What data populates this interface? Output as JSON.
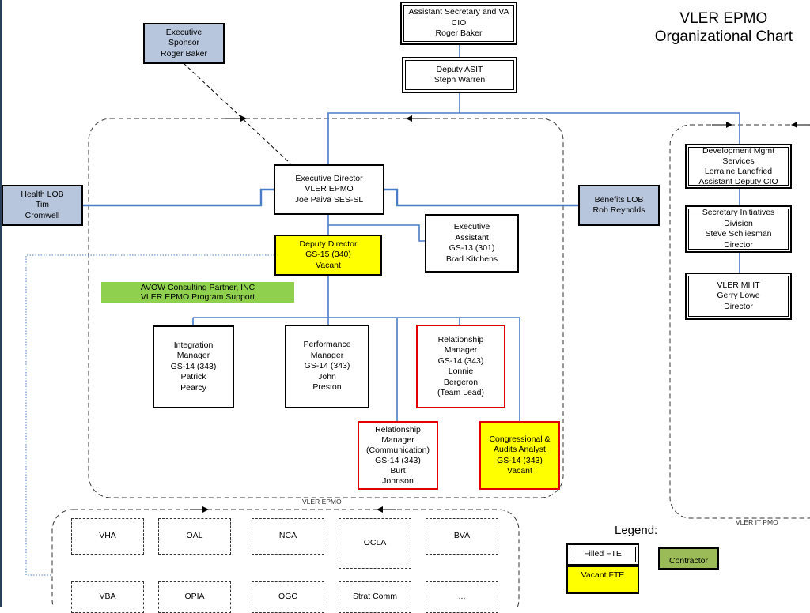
{
  "title": [
    "VLER EPMO",
    "Organizational Chart"
  ],
  "boxes": {
    "asst_secretary": [
      "Assistant Secretary and VA",
      "CIO",
      "Roger Baker"
    ],
    "deputy_asit": [
      "Deputy ASIT",
      "Steph Warren"
    ],
    "exec_sponsor": [
      "Executive",
      "Sponsor",
      "Roger Baker"
    ],
    "health_lob": [
      "Health LOB",
      "Tim",
      "Cromwell"
    ],
    "exec_director": [
      "Executive Director",
      "VLER EPMO",
      "Joe Paiva SES-SL"
    ],
    "benefits_lob": [
      "Benefits LOB",
      "Rob Reynolds"
    ],
    "exec_assistant": [
      "Executive",
      "Assistant",
      "GS-13 (301)",
      "Brad  Kitchens"
    ],
    "deputy_director": [
      "Deputy Director",
      "GS-15 (340)",
      "Vacant"
    ],
    "avow": [
      "AVOW Consulting Partner, INC",
      "VLER EPMO Program Support"
    ],
    "integration_mgr": [
      "Integration",
      "Manager",
      "GS-14 (343)",
      "Patrick",
      "Pearcy"
    ],
    "performance_mgr": [
      "Performance",
      "Manager",
      "GS-14 (343)",
      "John",
      "Preston"
    ],
    "relationship_mgr_lead": [
      "Relationship",
      "Manager",
      "GS-14 (343)",
      "Lonnie",
      "Bergeron",
      "(Team Lead)"
    ],
    "relationship_mgr_comm": [
      "Relationship",
      "Manager",
      "(Communication)",
      "GS-14 (343)",
      "Burt",
      "Johnson"
    ],
    "congressional": [
      "Congressional &",
      "Audits Analyst",
      "GS-14 (343)",
      "Vacant"
    ],
    "dev_mgmt": [
      "Development Mgmt",
      "Services",
      "Lorraine Landfried",
      "Assistant Deputy CIO"
    ],
    "secretary_init": [
      "Secretary Initiatives",
      "Division",
      "Steve Schliesman",
      "Director"
    ],
    "vler_mi_it": [
      "VLER MI IT",
      "Gerry Lowe",
      "Director"
    ]
  },
  "group_labels": {
    "vler_epmo": "VLER EPMO",
    "vler_it_pmo": "VLER IT PMO"
  },
  "partners": [
    "VHA",
    "OAL",
    "NCA",
    "OCLA",
    "BVA",
    "VBA",
    "OPIA",
    "OGC",
    "Strat Comm",
    "..."
  ],
  "legend": {
    "title": "Legend:",
    "filled": "Filled FTE",
    "vacant": "Vacant FTE",
    "contractor": "Contractor"
  }
}
